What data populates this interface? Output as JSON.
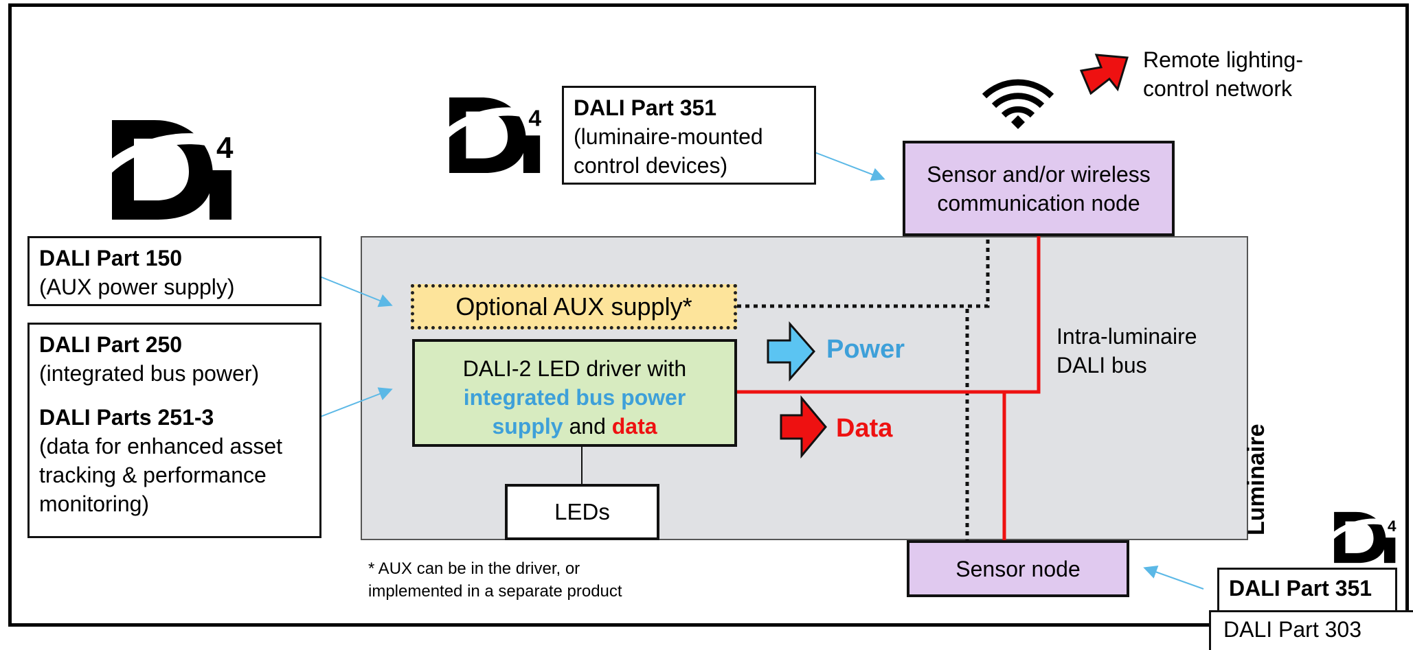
{
  "boxes": {
    "part150": {
      "title": "DALI Part 150",
      "desc": "(AUX power supply)"
    },
    "part250": {
      "title": "DALI Part 250",
      "desc": "(integrated bus power)",
      "title2": "DALI Parts 251-3",
      "desc2a": "(data for enhanced asset",
      "desc2b": "tracking & performance",
      "desc2c": "monitoring)"
    },
    "part351_top": {
      "title": "DALI Part 351",
      "desc1": "(luminaire-mounted",
      "desc2": "control devices)"
    },
    "part351_bottom": {
      "title": "DALI Part 351"
    },
    "part303": {
      "title": "DALI Part 303"
    }
  },
  "nodes": {
    "wireless": {
      "line1": "Sensor and/or wireless",
      "line2": "communication node"
    },
    "sensor": {
      "label": "Sensor node"
    }
  },
  "aux_supply": {
    "label": "Optional AUX supply*"
  },
  "driver": {
    "line1": "DALI-2 LED driver with",
    "power_text": "integrated bus power",
    "supply_text": "supply",
    "and_text": " and ",
    "data_text": "data"
  },
  "leds": {
    "label": "LEDs"
  },
  "legend": {
    "power": "Power",
    "data": "Data"
  },
  "bus_label": {
    "line1": "Intra-luminaire",
    "line2": "DALI bus"
  },
  "remote": {
    "line1": "Remote lighting-",
    "line2": "control network"
  },
  "luminaire_label": "Luminaire",
  "footnote": {
    "line1": "* AUX can be in the driver, or",
    "line2": "implemented in a separate product"
  },
  "logos": [
    "D4i-logo-large",
    "D4i-logo-top",
    "D4i-logo-small"
  ],
  "colors": {
    "power": "#3ea0d9",
    "data": "#ee1111",
    "node": "#e0c9ef",
    "aux": "#fde49b",
    "driver": "#d7ebc0",
    "luminaire": "#e0e1e4"
  }
}
